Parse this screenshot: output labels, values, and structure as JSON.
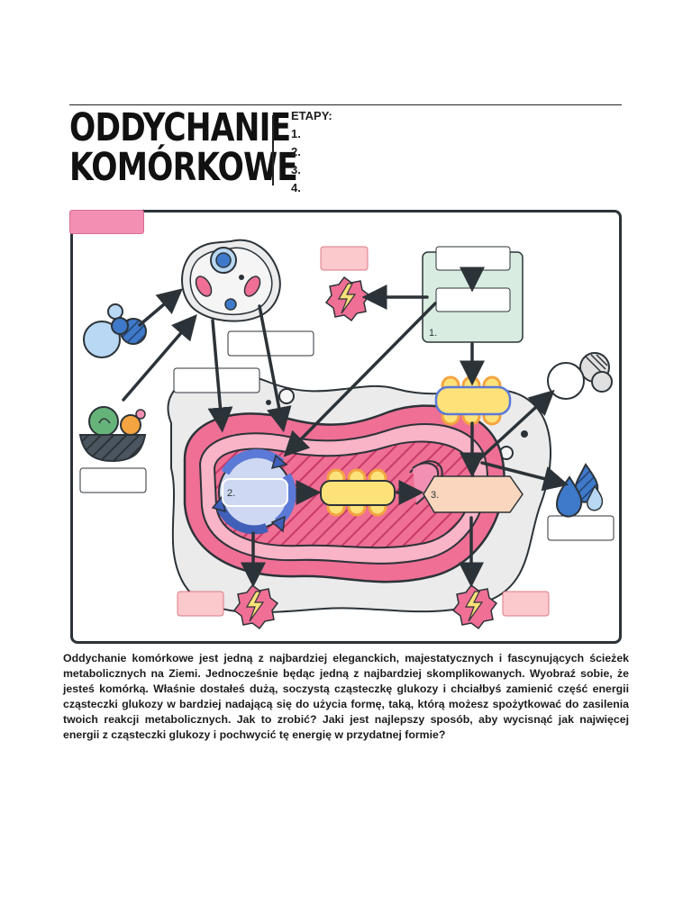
{
  "header": {
    "title_line1": "ODDYCHANIE",
    "title_line2": "KOMÓRKOWE",
    "stages_label": "ETAPY:",
    "stages": [
      "1.",
      "2.",
      "3.",
      "4."
    ]
  },
  "diagram": {
    "step_labels": [
      "1.",
      "2.",
      "3."
    ],
    "colors": {
      "pink_tag": "#f28fb3",
      "mitochondrion": "#ef6f95",
      "matrix": "#e8517f",
      "green_box": "#d8ece1",
      "yellow_capsule": "#fde27a",
      "peach": "#f9d6bd",
      "arrow": "#2c3338",
      "cycle_blue": "#5b79d6"
    },
    "icons": [
      "cell-icon",
      "molecule-icon",
      "food-bowl-icon",
      "lightning-energy-icon",
      "co2-cloud-icon",
      "water-drop-icon",
      "krebs-cycle-icon"
    ]
  },
  "description": "Oddychanie komórkowe jest jedną z najbardziej eleganckich, majestatycznych i fascynujących ścieżek metabolicznych na Ziemi. Jednocześnie będąc jedną z najbardziej skomplikowanych. Wyobraź sobie, że jesteś komórką. Właśnie dostałeś dużą, soczystą cząsteczkę glukozy i chciałbyś zamienić część energii cząsteczki glukozy w bardziej nadającą się do użycia formę, taką, którą możesz spożytkować do zasilenia twoich reakcji metabolicznych. Jak to zrobić? Jaki jest najlepszy sposób, aby wycisnąć jak najwięcej energii z cząsteczki glukozy i pochwycić tę energię w przydatnej formie?"
}
